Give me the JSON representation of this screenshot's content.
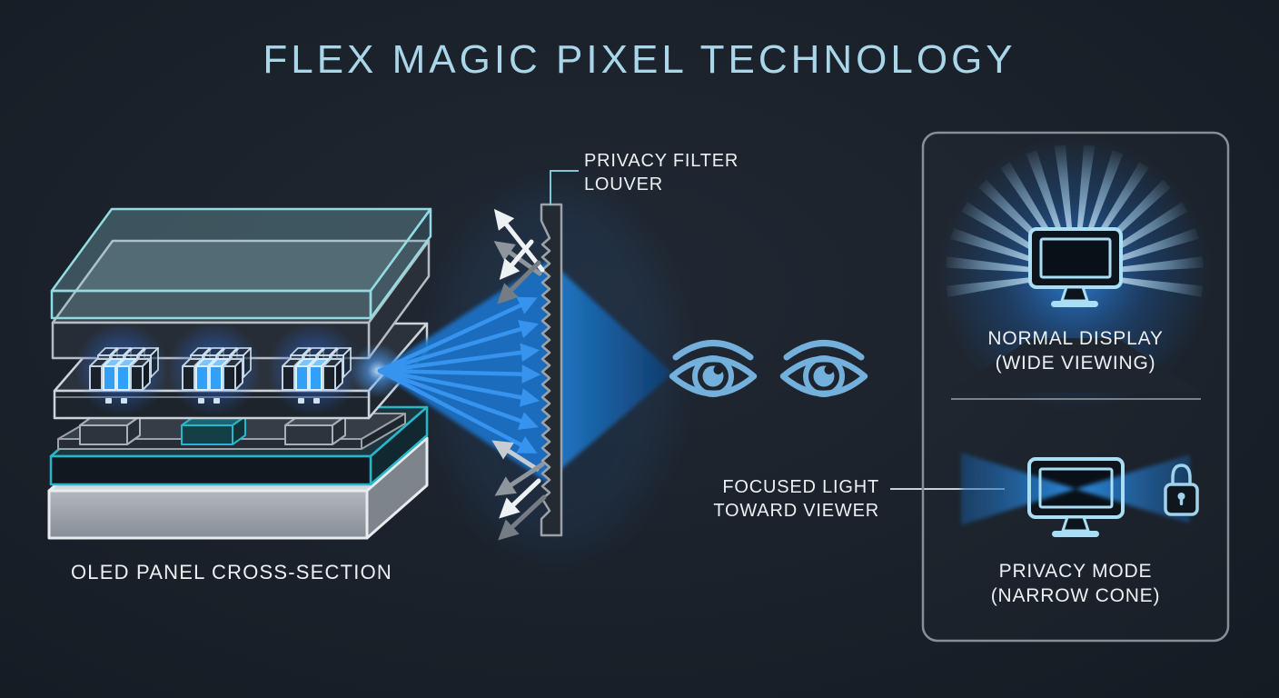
{
  "title": "FLEX MAGIC PIXEL TECHNOLOGY",
  "left_diagram": {
    "caption": "OLED PANEL CROSS-SECTION"
  },
  "callouts": {
    "louver_line1": "PRIVACY FILTER",
    "louver_line2": "LOUVER",
    "focused_line1": "FOCUSED LIGHT",
    "focused_line2": "TOWARD VIEWER"
  },
  "right_panel": {
    "normal_title": "NORMAL DISPLAY",
    "normal_subtitle": "(WIDE VIEWING)",
    "privacy_title": "PRIVACY MODE",
    "privacy_subtitle": "(NARROW CONE)"
  },
  "icons": [
    "eye-icon",
    "lock-icon",
    "monitor-icon",
    "louver-icon",
    "light-arrow-icon",
    "sunburst-icon"
  ],
  "colors": {
    "background": "#1a212a",
    "title_text": "#a9d6e8",
    "label_text": "#edf0f3",
    "accent_blue": "#3794ee",
    "cone_blue": "#1b72c8",
    "icon_light_blue": "#74b0dc",
    "monitor_stroke": "#a9def4",
    "teal_accent": "#27b7ca",
    "louver_gray": "#9ba2aa",
    "panel_border": "#878e96",
    "arrow_white": "#eef1f4",
    "arrow_gray": "#8f959c"
  }
}
